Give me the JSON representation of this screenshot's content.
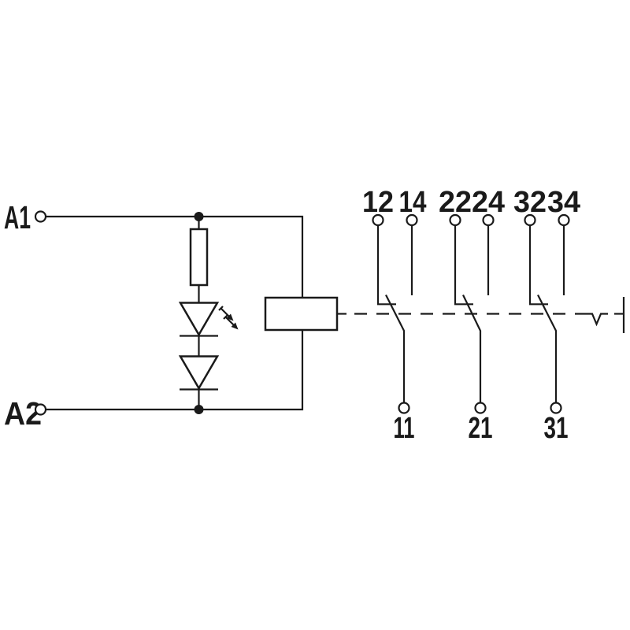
{
  "colors": {
    "line": "#1a1a1a",
    "background": "#ffffff"
  },
  "coil": {
    "terminal_a1": "A1",
    "terminal_a2": "A2"
  },
  "poles": [
    {
      "nc_label": "12",
      "no_label": "14",
      "common_label": "11"
    },
    {
      "nc_label": "22",
      "no_label": "24",
      "common_label": "21"
    },
    {
      "nc_label": "32",
      "no_label": "34",
      "common_label": "31"
    }
  ],
  "icons": {
    "led_emission_arrows": "two filled arrows pointing down-right (light emission)",
    "junction_dot": "filled connection dot",
    "terminal_circle": "open circle terminal"
  }
}
